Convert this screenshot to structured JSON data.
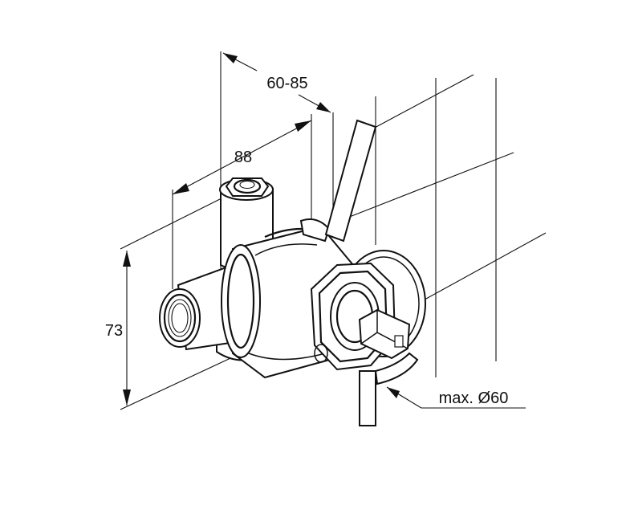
{
  "dimensions": {
    "width_range": "60-85",
    "depth": "88",
    "height": "73",
    "max_diameter": "max. Ø60"
  },
  "colors": {
    "line": "#111111",
    "background": "#ffffff"
  }
}
